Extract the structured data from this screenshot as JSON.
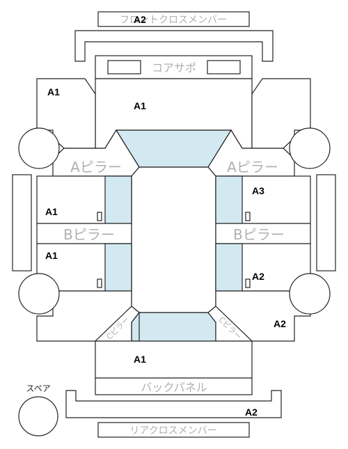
{
  "parts": {
    "front_cross_member": "フロントクロスメンバー",
    "core_support": "コアサポ",
    "a_pillar_left": "Aピラー",
    "a_pillar_right": "Aピラー",
    "b_pillar_left": "Bピラー",
    "b_pillar_right": "Bピラー",
    "c_pillar_left": "Cピラー",
    "c_pillar_right": "Cピラー",
    "back_panel": "バックパネル",
    "rear_cross_member": "リアクロスメンバー",
    "spare": "スペア"
  },
  "grades": {
    "front_cross_member": "A2",
    "hood": "A1",
    "front_fender_left": "A1",
    "front_door_left": "A1",
    "rear_door_left": "A1",
    "front_door_right": "A3",
    "rear_door_right": "A2",
    "rear_fender_right": "A2",
    "trunk": "A1",
    "rear_bumper": "A2"
  },
  "colors": {
    "glass": "#d3e9f2",
    "outline": "#222222",
    "part_label": "#b0b0b0",
    "grade_label": "#000000"
  }
}
